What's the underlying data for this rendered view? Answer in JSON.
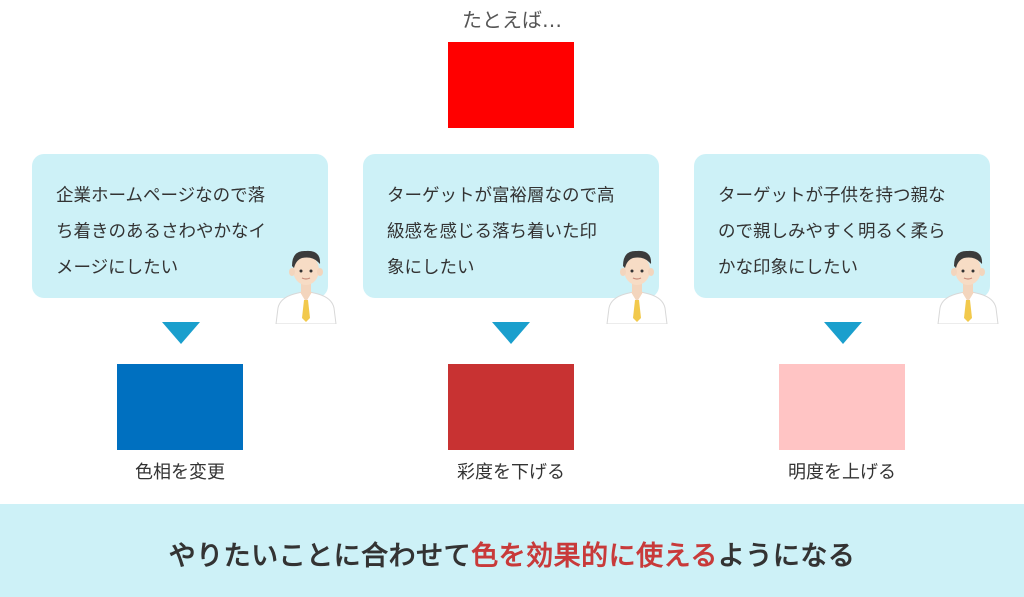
{
  "intro": {
    "text": "たとえば…"
  },
  "colors": {
    "original": "#ff0000",
    "bubble_bg": "#cdf1f7",
    "arrow": "#1a9fcd",
    "highlight": "#c83a3a"
  },
  "columns": [
    {
      "bubble_lines": [
        "企業ホームページなので落",
        "ち着きのあるさわやかなイ",
        "メージにしたい"
      ],
      "icon": "businessman-icon",
      "result_color": "#0070c0",
      "label": "色相を変更"
    },
    {
      "bubble_lines": [
        "ターゲットが富裕層なので高",
        "級感を感じる落ち着いた印",
        "象にしたい"
      ],
      "icon": "businessman-icon",
      "result_color": "#c83232",
      "label": "彩度を下げる"
    },
    {
      "bubble_lines": [
        "ターゲットが子供を持つ親な",
        "ので親しみやすく明るく柔ら",
        "かな印象にしたい"
      ],
      "icon": "businessman-icon",
      "result_color": "#ffc4c4",
      "label": "明度を上げる"
    }
  ],
  "banner": {
    "before": "やりたいことに合わせて",
    "highlight": "色を効果的に使える",
    "after": "ようになる"
  }
}
